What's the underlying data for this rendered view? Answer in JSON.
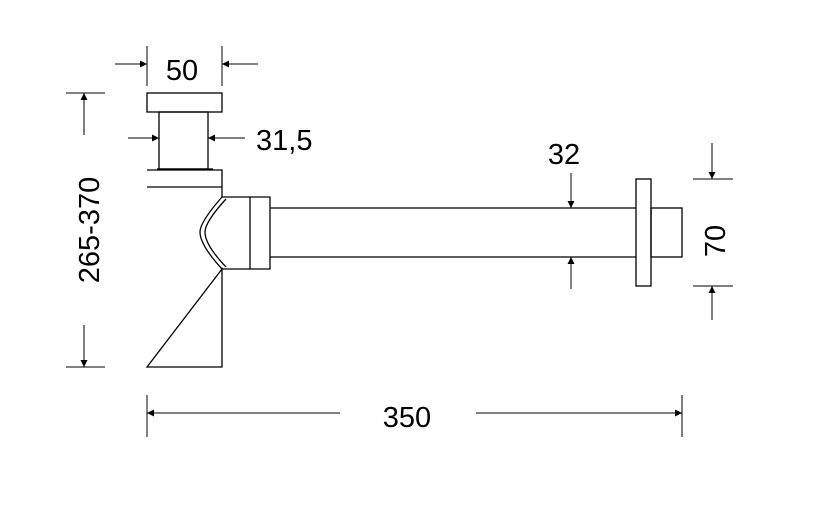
{
  "dimensions": {
    "cap_width": "50",
    "stem_diameter": "31,5",
    "height_range": "265-370",
    "pipe_diameter": "32",
    "flange_height": "70",
    "total_length": "350"
  },
  "colors": {
    "line": "#000000",
    "background": "#ffffff"
  }
}
